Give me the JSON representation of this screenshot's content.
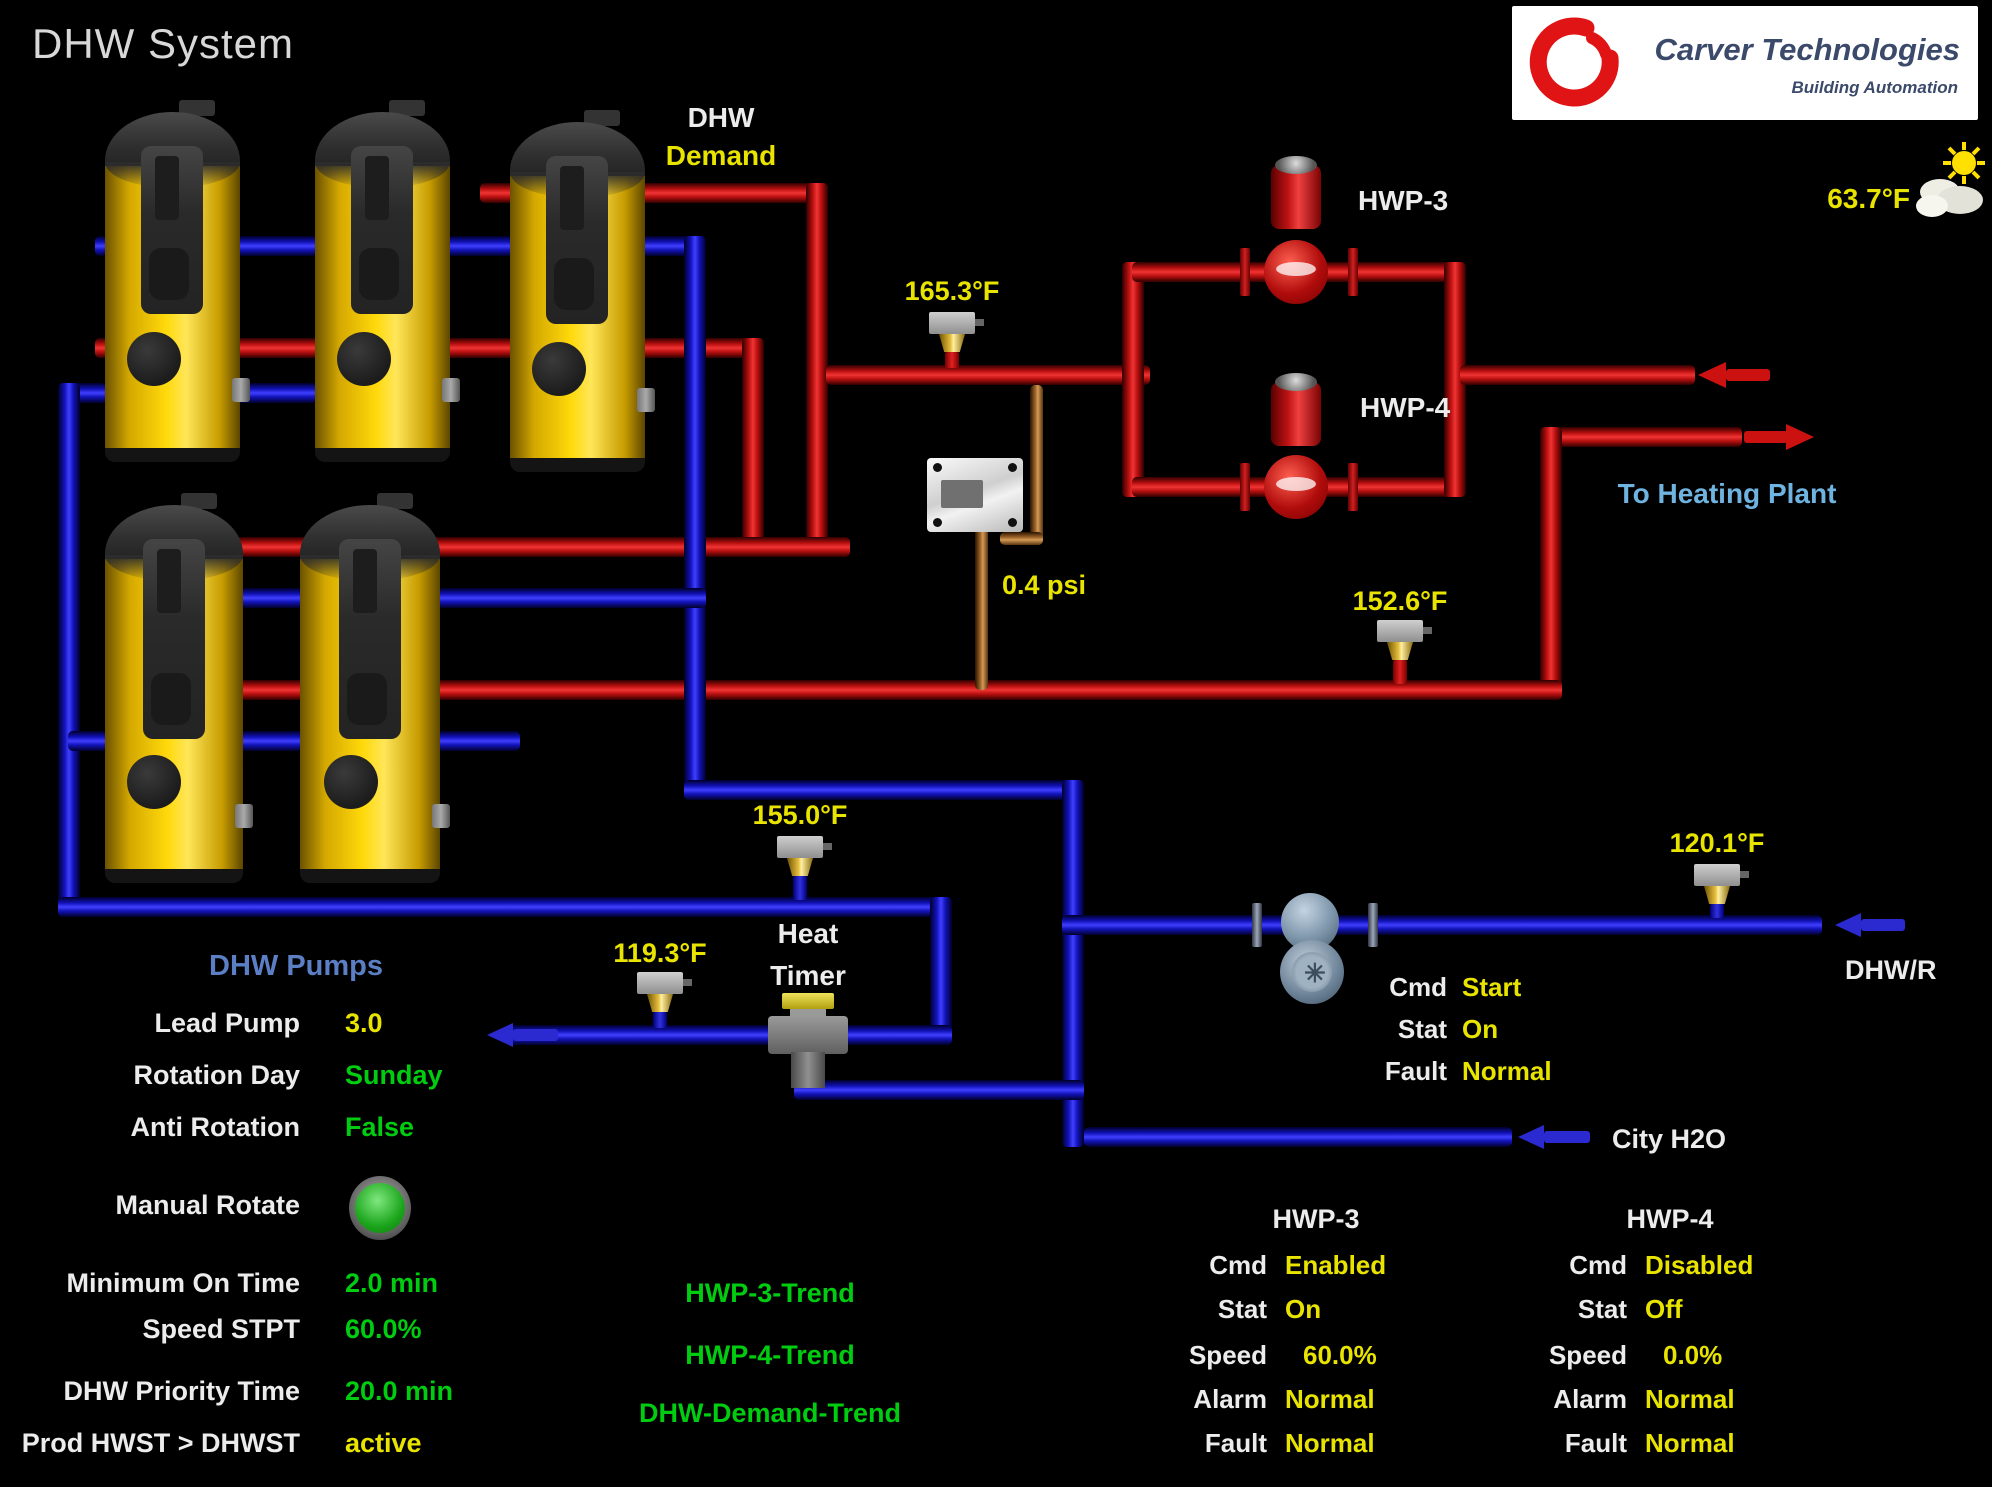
{
  "title": "DHW System",
  "logo": {
    "company": "Carver Technologies",
    "tagline": "Building Automation"
  },
  "weather": {
    "outdoor_temp": "63.7°F"
  },
  "diagram": {
    "dhw_demand": {
      "line1": "DHW",
      "line2": "Demand"
    },
    "sensors": {
      "supply_header_temp": "165.3°F",
      "dp": "0.4 psi",
      "return_temp": "152.6°F",
      "tank_supply_temp": "155.0°F",
      "recirc_temp": "119.3°F",
      "dhw_return_temp": "120.1°F"
    },
    "pump_labels": {
      "hwp3": "HWP-3",
      "hwp4": "HWP-4"
    },
    "labels": {
      "to_heating_plant": "To Heating Plant",
      "dhw_return": "DHW/R",
      "city_water": "City H2O",
      "heat_timer_line1": "Heat",
      "heat_timer_line2": "Timer"
    },
    "circ_pump_status": {
      "rows": [
        {
          "label": "Cmd",
          "value": "Start"
        },
        {
          "label": "Stat",
          "value": "On"
        },
        {
          "label": "Fault",
          "value": "Normal"
        }
      ]
    }
  },
  "dhw_pumps_panel": {
    "title": "DHW Pumps",
    "rows": [
      {
        "label": "Lead Pump",
        "value": "3.0"
      },
      {
        "label": "Rotation Day",
        "value": "Sunday"
      },
      {
        "label": "Anti Rotation",
        "value": "False"
      },
      {
        "label": "Manual Rotate",
        "value": ""
      },
      {
        "label": "Minimum On Time",
        "value": "2.0 min"
      },
      {
        "label": "Speed STPT",
        "value": "60.0%"
      },
      {
        "label": "DHW Priority Time",
        "value": "20.0 min"
      },
      {
        "label": "Prod HWST > DHWST",
        "value": "active"
      }
    ]
  },
  "trends": {
    "hwp3": "HWP-3-Trend",
    "hwp4": "HWP-4-Trend",
    "demand": "DHW-Demand-Trend"
  },
  "hwp3_status": {
    "title": "HWP-3",
    "rows": [
      {
        "label": "Cmd",
        "value": "Enabled"
      },
      {
        "label": "Stat",
        "value": "On"
      },
      {
        "label": "Speed",
        "value": "60.0%"
      },
      {
        "label": "Alarm",
        "value": "Normal"
      },
      {
        "label": "Fault",
        "value": "Normal"
      }
    ]
  },
  "hwp4_status": {
    "title": "HWP-4",
    "rows": [
      {
        "label": "Cmd",
        "value": "Disabled"
      },
      {
        "label": "Stat",
        "value": "Off"
      },
      {
        "label": "Speed",
        "value": "0.0%"
      },
      {
        "label": "Alarm",
        "value": "Normal"
      },
      {
        "label": "Fault",
        "value": "Normal"
      }
    ]
  }
}
